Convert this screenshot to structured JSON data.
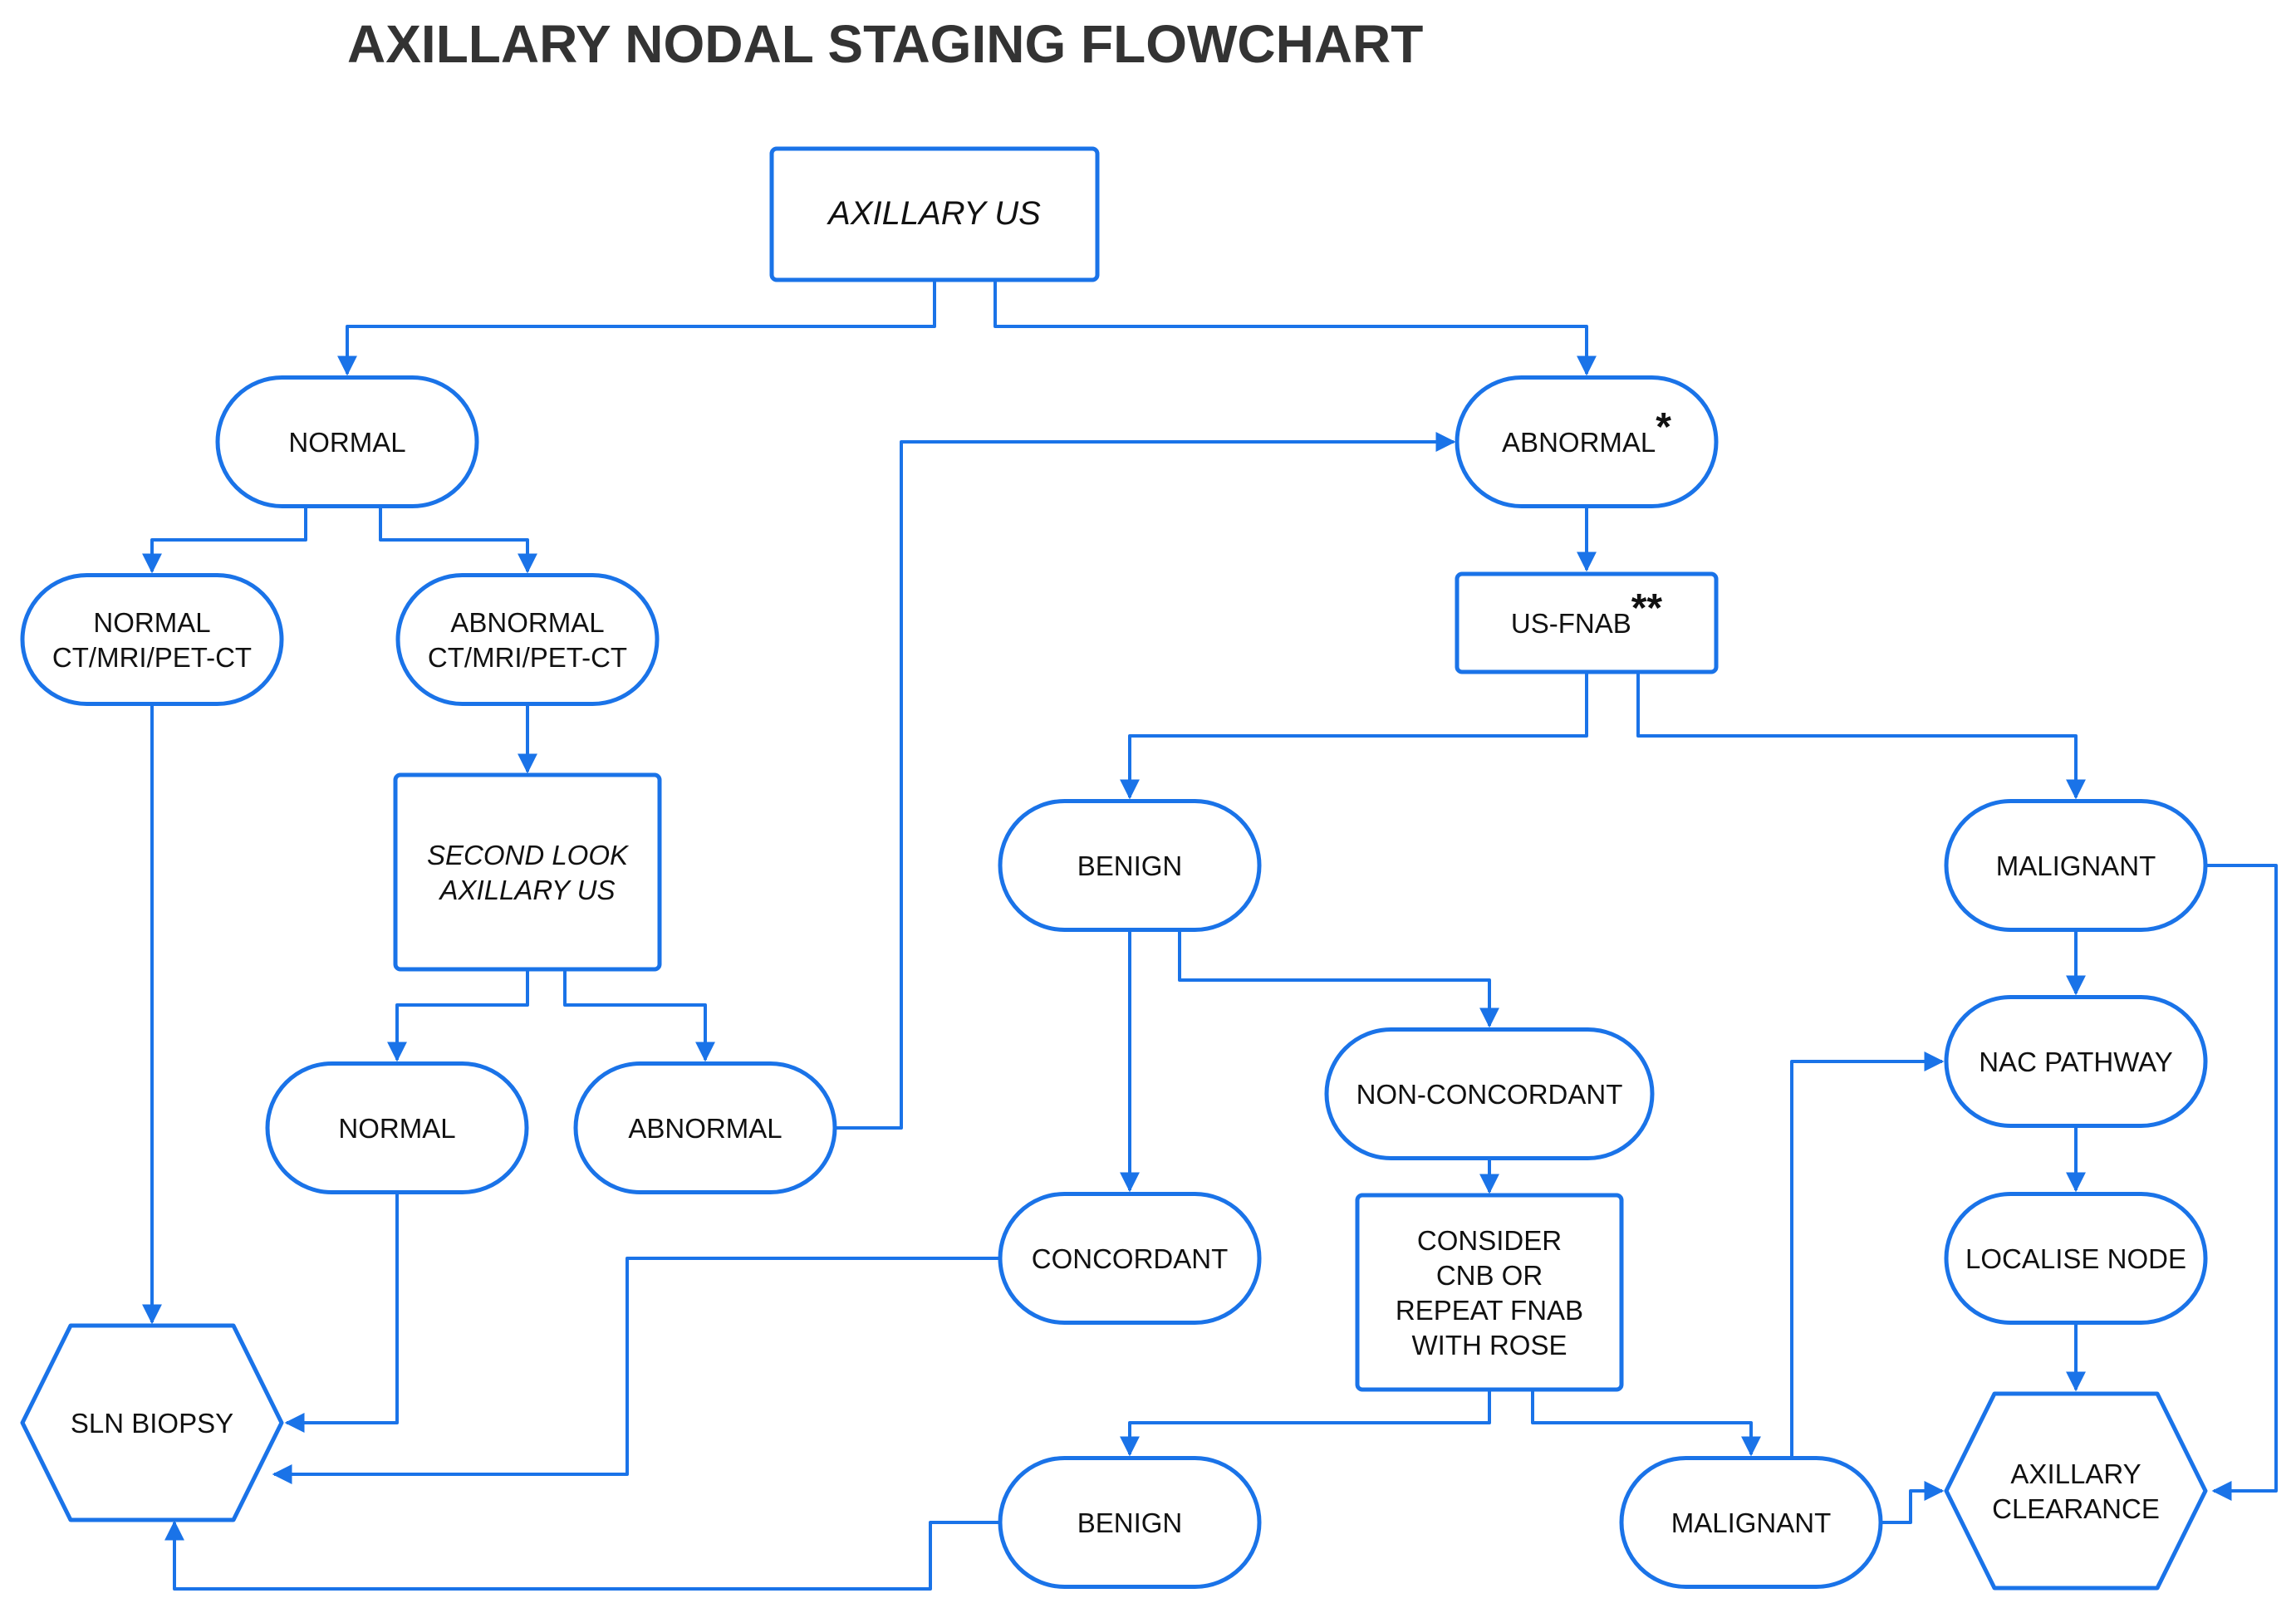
{
  "title": "AXILLARY NODAL STAGING FLOWCHART",
  "colors": {
    "line": "#1a73e8",
    "node_border": "#1a73e8",
    "title_text": "#333333",
    "node_text": "#111111"
  },
  "nodes": {
    "axillary_us": {
      "shape": "rectangle",
      "lines": [
        "AXILLARY US"
      ],
      "italic": true
    },
    "normal_top": {
      "shape": "terminator",
      "lines": [
        "NORMAL"
      ]
    },
    "abnormal_top": {
      "shape": "terminator",
      "lines": [
        "ABNORMAL"
      ],
      "superscript": "*"
    },
    "normal_imaging": {
      "shape": "terminator",
      "lines": [
        "NORMAL",
        "CT/MRI/PET-CT"
      ]
    },
    "abnormal_imaging": {
      "shape": "terminator",
      "lines": [
        "ABNORMAL",
        "CT/MRI/PET-CT"
      ]
    },
    "us_fnab": {
      "shape": "rectangle",
      "lines": [
        "US-FNAB"
      ],
      "superscript": "**"
    },
    "second_look": {
      "shape": "rectangle",
      "lines": [
        "SECOND LOOK",
        "AXILLARY US"
      ],
      "italic": true
    },
    "benign_1": {
      "shape": "terminator",
      "lines": [
        "BENIGN"
      ]
    },
    "malignant_1": {
      "shape": "terminator",
      "lines": [
        "MALIGNANT"
      ]
    },
    "non_concordant": {
      "shape": "terminator",
      "lines": [
        "NON-CONCORDANT"
      ]
    },
    "nac_pathway": {
      "shape": "terminator",
      "lines": [
        "NAC PATHWAY"
      ]
    },
    "normal_second": {
      "shape": "terminator",
      "lines": [
        "NORMAL"
      ]
    },
    "abnormal_second": {
      "shape": "terminator",
      "lines": [
        "ABNORMAL"
      ]
    },
    "concordant": {
      "shape": "terminator",
      "lines": [
        "CONCORDANT"
      ]
    },
    "consider_cnb": {
      "shape": "rectangle",
      "lines": [
        "CONSIDER",
        "CNB OR",
        "REPEAT FNAB",
        "WITH ROSE"
      ]
    },
    "localise_node": {
      "shape": "terminator",
      "lines": [
        "LOCALISE NODE"
      ]
    },
    "sln_biopsy": {
      "shape": "hexagon",
      "lines": [
        "SLN BIOPSY"
      ]
    },
    "axillary_clearance": {
      "shape": "hexagon",
      "lines": [
        "AXILLARY",
        "CLEARANCE"
      ]
    },
    "benign_2": {
      "shape": "terminator",
      "lines": [
        "BENIGN"
      ]
    },
    "malignant_2": {
      "shape": "terminator",
      "lines": [
        "MALIGNANT"
      ]
    }
  },
  "edges": [
    {
      "from": "axillary_us",
      "to": "normal_top"
    },
    {
      "from": "axillary_us",
      "to": "abnormal_top"
    },
    {
      "from": "normal_top",
      "to": "normal_imaging"
    },
    {
      "from": "normal_top",
      "to": "abnormal_imaging"
    },
    {
      "from": "abnormal_imaging",
      "to": "second_look"
    },
    {
      "from": "second_look",
      "to": "normal_second"
    },
    {
      "from": "second_look",
      "to": "abnormal_second"
    },
    {
      "from": "abnormal_second",
      "to": "abnormal_top"
    },
    {
      "from": "normal_imaging",
      "to": "sln_biopsy"
    },
    {
      "from": "normal_second",
      "to": "sln_biopsy"
    },
    {
      "from": "abnormal_top",
      "to": "us_fnab"
    },
    {
      "from": "us_fnab",
      "to": "benign_1"
    },
    {
      "from": "us_fnab",
      "to": "malignant_1"
    },
    {
      "from": "benign_1",
      "to": "concordant"
    },
    {
      "from": "benign_1",
      "to": "non_concordant"
    },
    {
      "from": "concordant",
      "to": "sln_biopsy"
    },
    {
      "from": "non_concordant",
      "to": "consider_cnb"
    },
    {
      "from": "consider_cnb",
      "to": "benign_2"
    },
    {
      "from": "consider_cnb",
      "to": "malignant_2"
    },
    {
      "from": "benign_2",
      "to": "sln_biopsy"
    },
    {
      "from": "malignant_2",
      "to": "nac_pathway"
    },
    {
      "from": "malignant_2",
      "to": "axillary_clearance"
    },
    {
      "from": "malignant_1",
      "to": "nac_pathway"
    },
    {
      "from": "malignant_1",
      "to": "axillary_clearance"
    },
    {
      "from": "nac_pathway",
      "to": "localise_node"
    },
    {
      "from": "localise_node",
      "to": "axillary_clearance"
    }
  ]
}
